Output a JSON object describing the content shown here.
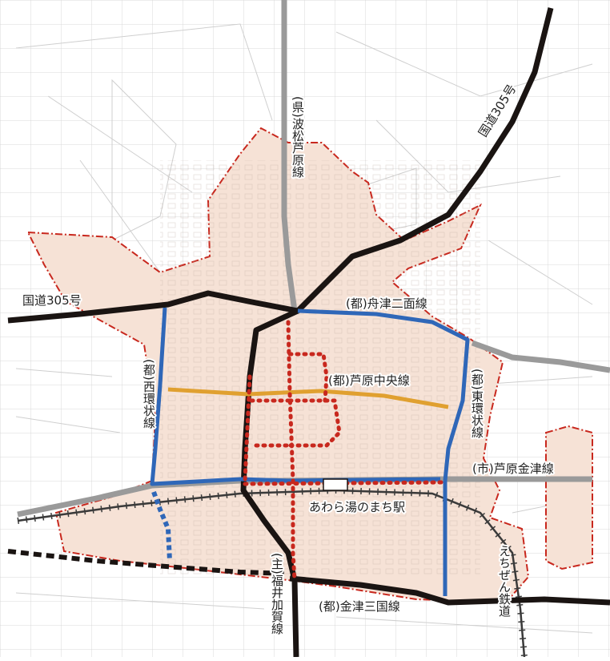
{
  "colors": {
    "background": "#ffffff",
    "urban_area_fill": "#f6e2d6",
    "urban_boundary": "#c8281e",
    "national_road": "#1a1412",
    "prefectural_road": "#9a9a9a",
    "ring_road": "#2f67b8",
    "central_road": "#e0a030",
    "planned_road": "#c8281e",
    "railway": "#3a3a3a",
    "station_fill": "#ffffff",
    "base_lines": "#cfcfcf"
  },
  "labels": {
    "route_305_west": "国道305号",
    "route_305_north": "国道305号",
    "prefectural_namatsu_ashihara": "(県)波松芦原線",
    "funatsu_nimen": "(都)舟津二面線",
    "ashihara_chuo": "(都)芦原中央線",
    "nishi_kanjo": "(都)西環状線",
    "higashi_kanjo": "(都)東環状線",
    "ashihara_kanazu": "(市)芦原金津線",
    "station": "あわら湯のまち駅",
    "fukui_kaga": "(主)福井加賀線",
    "kanazu_mikuni": "(都)金津三国線",
    "echizen_railway": "えちぜん鉄道"
  }
}
